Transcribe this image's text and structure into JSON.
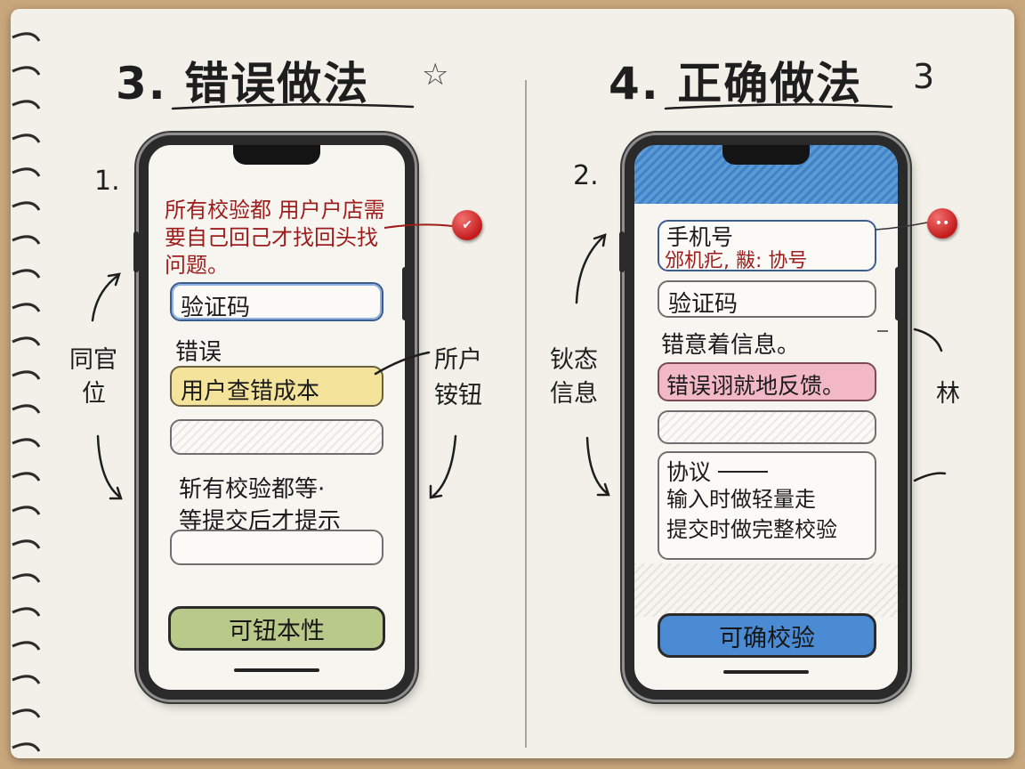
{
  "left": {
    "heading": "3. 错误做法",
    "heading_star": "☆",
    "step": "1.",
    "side_label_left": [
      "同官",
      "位"
    ],
    "side_label_right": [
      "所户",
      "铵钮"
    ],
    "red_note": "所有校验都 用户户店需要自己回己才找回头找问题。",
    "fields": {
      "captcha": "验证码",
      "error_label": "错误",
      "user_cost": "用户查错成本"
    },
    "submit_note": [
      "斩有校验都等·",
      "等提交后才提示"
    ],
    "button": "可钮本性"
  },
  "right": {
    "heading": "4. 正确做法",
    "heading_suffix": "3",
    "step": "2.",
    "side_label_left": [
      "钬态",
      "信息"
    ],
    "side_label_right": "林",
    "phone_field": {
      "label": "手机号",
      "hint": "邠机疕, 黻: 协号"
    },
    "captcha": "验证码",
    "status_line": "错意着信息。",
    "error_feedback": "错误诩就地反馈。",
    "protocol": {
      "title": "协议",
      "lines": [
        "输入时做轻量走",
        "提交时做完整校验"
      ]
    },
    "button": "可确校验"
  },
  "colors": {
    "paper": "#f3f0e9",
    "red_ink": "#9d1c1c",
    "blue_header": "#4d8fd0",
    "yellow_field": "#f4e39a",
    "green_button": "#b9c98a",
    "pink_field": "#f2b8c6",
    "blue_button": "#4a8bd4"
  }
}
